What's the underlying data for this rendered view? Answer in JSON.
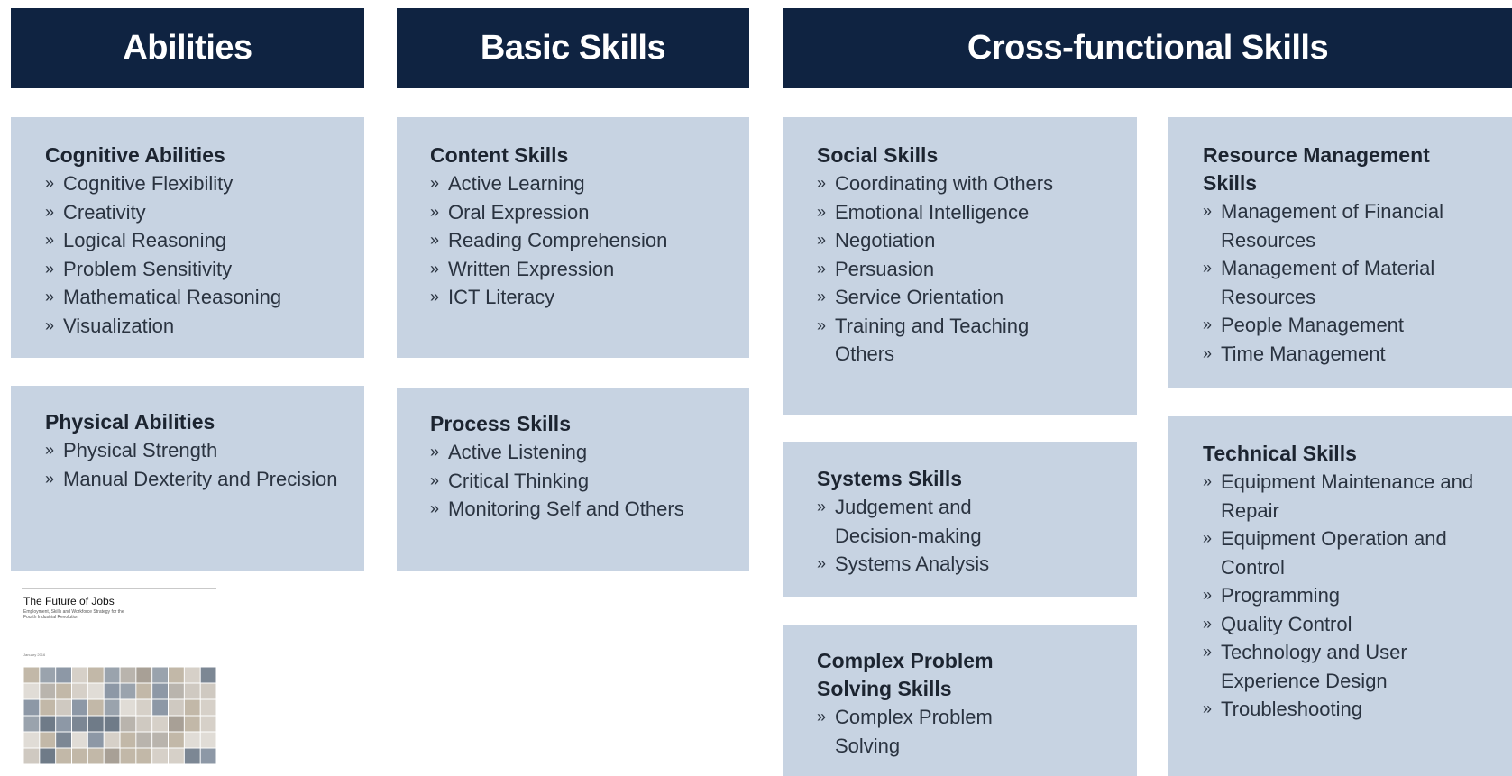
{
  "headers": {
    "abilities": "Abilities",
    "basic": "Basic Skills",
    "cross": "Cross-functional Skills"
  },
  "boxes": {
    "cognitive": {
      "title": "Cognitive Abilities",
      "items": [
        "Cognitive Flexibility",
        "Creativity",
        "Logical Reasoning",
        "Problem Sensitivity",
        "Mathematical Reasoning",
        "Visualization"
      ]
    },
    "physical": {
      "title": "Physical Abilities",
      "items": [
        "Physical Strength",
        "Manual Dexterity and Precision"
      ]
    },
    "content": {
      "title": "Content Skills",
      "items": [
        "Active Learning",
        "Oral Expression",
        "Reading Comprehension",
        "Written Expression",
        "ICT Literacy"
      ]
    },
    "process": {
      "title": "Process Skills",
      "items": [
        "Active Listening",
        "Critical Thinking",
        "Monitoring Self and Others"
      ]
    },
    "social": {
      "title": "Social Skills",
      "items": [
        "Coordinating with Others",
        "Emotional Intelligence",
        "Negotiation",
        "Persuasion",
        "Service Orientation",
        "Training and Teaching Others"
      ]
    },
    "systems": {
      "title": "Systems Skills",
      "items": [
        "Judgement and Decision-making",
        "Systems Analysis"
      ]
    },
    "complex": {
      "title": "Complex Problem Solving Skills",
      "items": [
        "Complex Problem Solving"
      ]
    },
    "resource": {
      "title": "Resource Management Skills",
      "items": [
        "Management of Financial Resources",
        "Management of Material Resources",
        "People Management",
        "Time Management"
      ]
    },
    "technical": {
      "title": "Technical Skills",
      "items": [
        "Equipment Maintenance and Repair",
        "Equipment Operation and Control",
        "Programming",
        "Quality Control",
        "Technology and User Experience Design",
        "Troubleshooting"
      ]
    }
  },
  "report": {
    "title": "The Future of Jobs",
    "subtitle": "Employment, Skills and Workforce Strategy for the Fourth Industrial Revolution",
    "date": "January 2016"
  },
  "colors": {
    "header_bg": "#0f2341",
    "box_bg": "#c7d3e2"
  }
}
